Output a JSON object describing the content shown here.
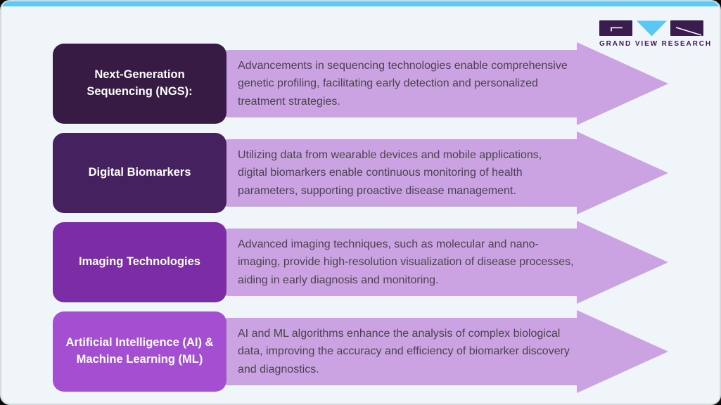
{
  "brand": {
    "name": "GRAND VIEW RESEARCH"
  },
  "palette": {
    "top_bar": "#5ec9f2",
    "card_bg": "#eff5f8",
    "card_border": "#d5dadd",
    "arrow_fill": "#cba3e3",
    "description_text": "#49444c",
    "label_text": "#ffffff",
    "logo_purple": "#3b1c4e",
    "logo_blue": "#5bc7f3"
  },
  "rows": [
    {
      "label": "Next-Generation Sequencing (NGS):",
      "description": "Advancements in sequencing technologies enable comprehensive genetic profiling, facilitating early detection and personalized treatment strategies.",
      "color": "#371b45"
    },
    {
      "label": "Digital Biomarkers",
      "description": "Utilizing data from wearable devices and mobile applications, digital biomarkers enable continuous monitoring of health parameters, supporting proactive disease management.",
      "color": "#45215f"
    },
    {
      "label": "Imaging Technologies",
      "description": "Advanced imaging techniques, such as molecular and nano-imaging, provide high-resolution visualization of disease processes, aiding in early diagnosis and monitoring.",
      "color": "#7c2da6"
    },
    {
      "label": "Artificial Intelligence (AI) & Machine Learning (ML)",
      "description": "AI and ML algorithms enhance the analysis of complex biological data, improving the accuracy and efficiency of biomarker discovery and diagnostics.",
      "color": "#a44fd2"
    }
  ]
}
